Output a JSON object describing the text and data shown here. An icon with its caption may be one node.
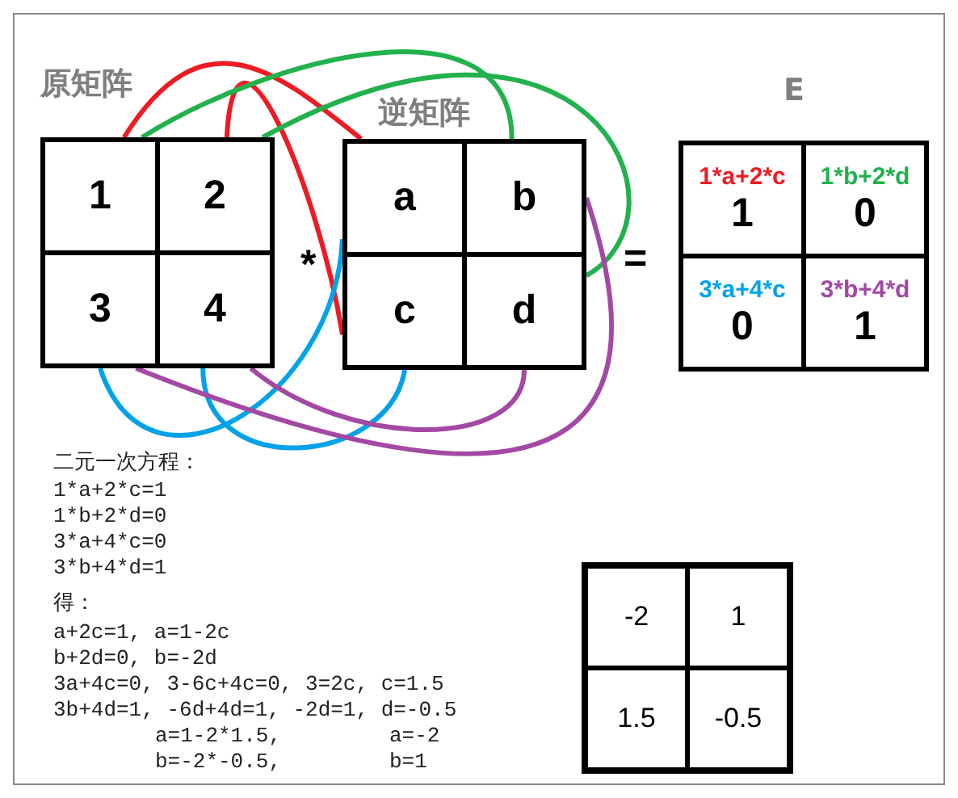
{
  "diagram": {
    "nodes": [
      {
        "text": [
          "原矩阵"
        ]
      },
      {
        "text": [
          "1"
        ],
        "in": 0
      },
      {
        "text": [
          "2"
        ],
        "in": 0
      },
      {
        "text": [
          "3"
        ],
        "in": 0
      },
      {
        "text": [
          "4"
        ],
        "in": 0
      },
      {
        "text": [
          "逆矩阵"
        ]
      },
      {
        "text": [
          "a"
        ],
        "in": 5
      },
      {
        "text": [
          "b"
        ],
        "in": 5
      },
      {
        "text": [
          "c"
        ],
        "in": 5
      },
      {
        "text": [
          "d"
        ],
        "in": 5
      },
      {
        "text": [
          "E"
        ]
      },
      {
        "text": [
          "1*a+2*c",
          "1"
        ],
        "in": 10
      },
      {
        "text": [
          "1*b+2*d",
          "0"
        ],
        "in": 10
      },
      {
        "text": [
          "3*a+4*c",
          "0"
        ],
        "in": 10
      },
      {
        "text": [
          "3*b+4*d",
          "1"
        ],
        "in": 10
      },
      {
        "text": [],
        "shape": "box"
      },
      {
        "text": [
          "-2"
        ],
        "in": 15
      },
      {
        "text": [
          "1"
        ],
        "in": 15
      },
      {
        "text": [
          "1.5"
        ],
        "in": 15
      },
      {
        "text": [
          "-0.5"
        ],
        "in": 15
      }
    ],
    "edges": [
      {
        "from": 1,
        "to": 6,
        "arrow": "none",
        "color": "#ed1c24"
      },
      {
        "from": 2,
        "to": 8,
        "arrow": "none",
        "color": "#ed1c24"
      },
      {
        "from": 1,
        "to": 7,
        "arrow": "none",
        "color": "#22b14c"
      },
      {
        "from": 2,
        "to": 9,
        "arrow": "none",
        "color": "#22b14c"
      },
      {
        "from": 3,
        "to": 6,
        "arrow": "none",
        "color": "#00a2e8"
      },
      {
        "from": 4,
        "to": 8,
        "arrow": "none",
        "color": "#00a2e8"
      },
      {
        "from": 3,
        "to": 7,
        "arrow": "none",
        "color": "#a349a4"
      },
      {
        "from": 4,
        "to": 9,
        "arrow": "none",
        "color": "#a349a4"
      }
    ],
    "labels": [
      "*",
      "=",
      "二元一次方程：",
      "1*a+2*c=1",
      "1*b+2*d=0",
      "3*a+4*c=0",
      "3*b+4*d=1",
      "得：",
      "a+2c=1, a=1-2c",
      "b+2d=0, b=-2d",
      "3a+4c=0, 3-6c+4c=0, 3=2c, c=1.5",
      "3b+4d=1, -6d+4d=1, -2d=1, d=-0.5",
      "a=1-2*1.5,",
      "a=-2",
      "b=-2*-0.5,",
      "b=1"
    ]
  }
}
